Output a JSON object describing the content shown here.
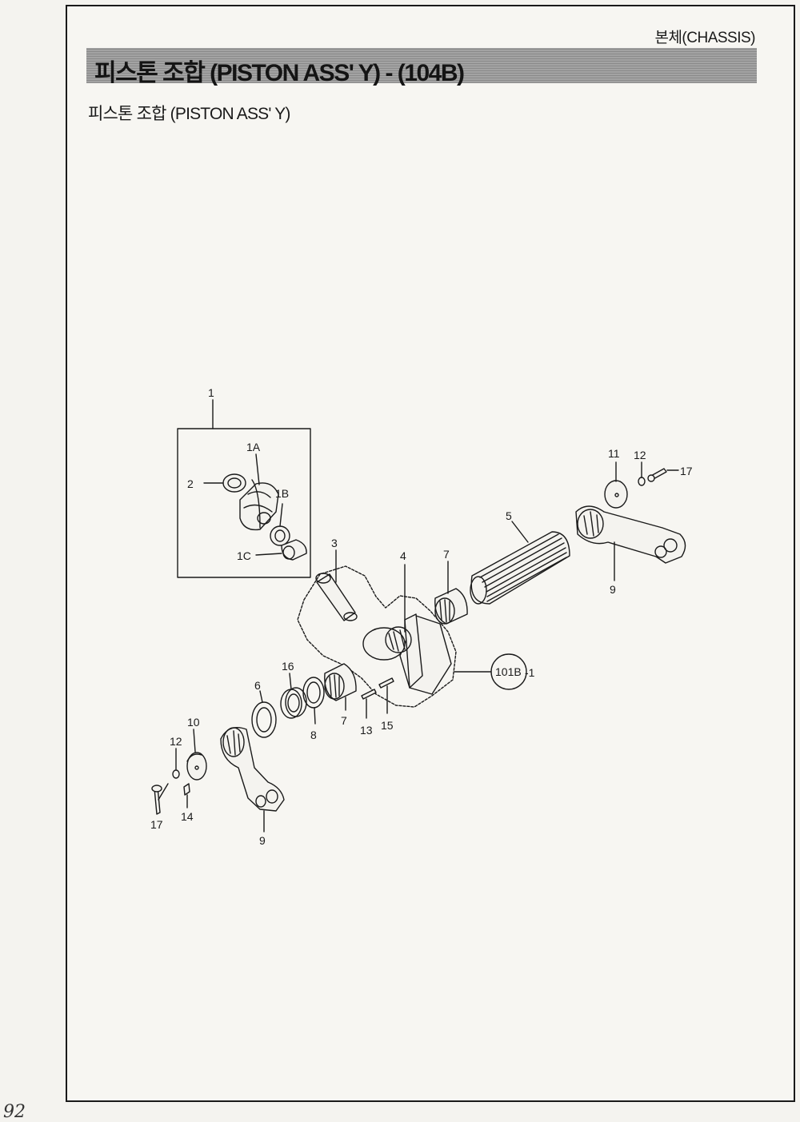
{
  "header": {
    "section_label": "본체(CHASSIS)",
    "title": "피스톤 조합 (PISTON ASS' Y) - (104B)",
    "subtitle": "피스톤 조합 (PISTON ASS' Y)"
  },
  "callouts": {
    "c1": "1",
    "c1a": "1A",
    "c2": "2",
    "c1b": "1B",
    "c1c": "1C",
    "c3": "3",
    "c4": "4",
    "c7a": "7",
    "c5": "5",
    "c11": "11",
    "c12a": "12",
    "c17a": "17",
    "c9a": "9",
    "c16": "16",
    "c6": "6",
    "c8": "8",
    "c7b": "7",
    "c13": "13",
    "c15": "15",
    "ref_circle": "101B",
    "ref_suffix": "-1",
    "c10": "10",
    "c12b": "12",
    "c17b": "17",
    "c14": "14",
    "c9b": "9"
  },
  "margin_note": "92"
}
